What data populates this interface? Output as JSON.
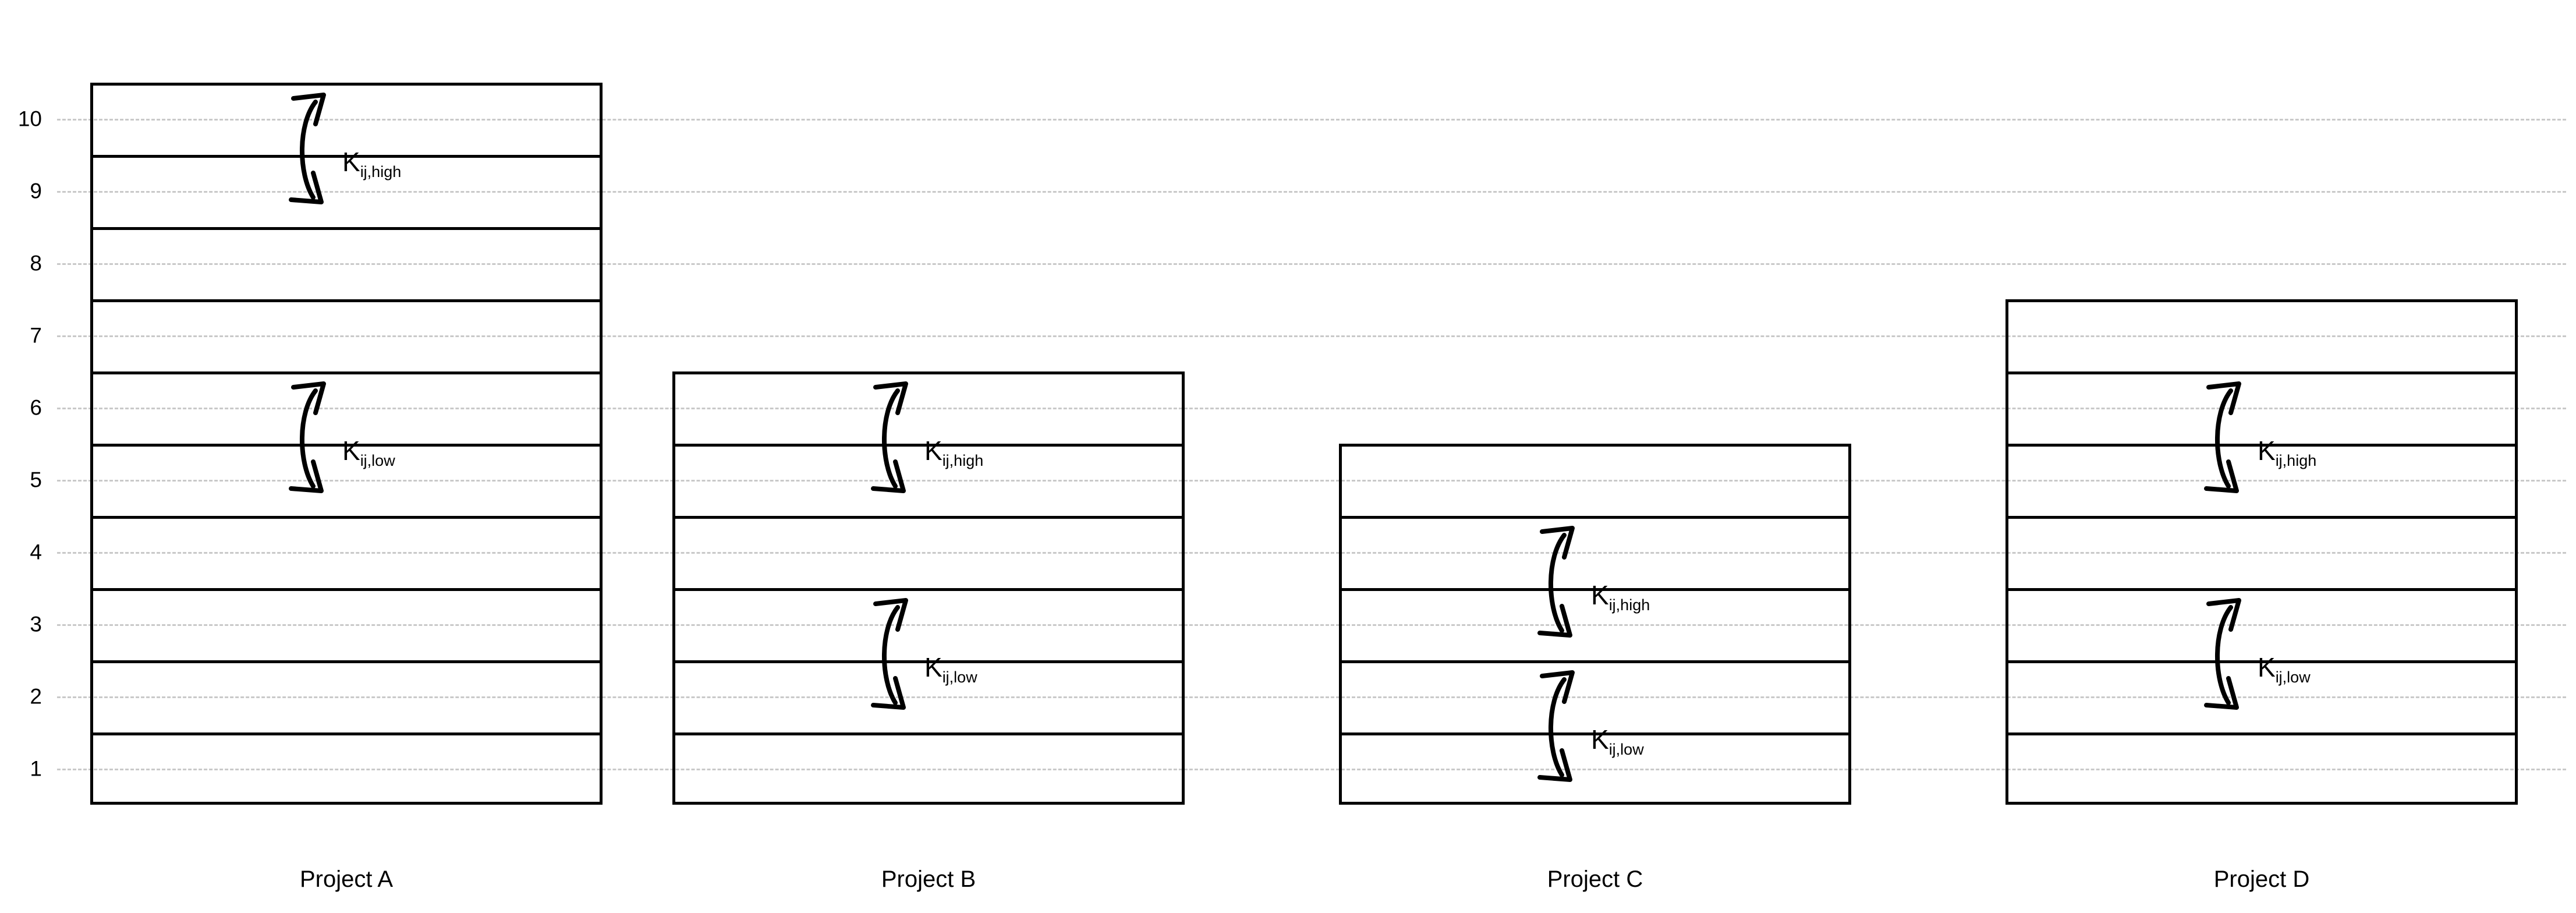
{
  "chart_data": {
    "type": "bar",
    "title": "",
    "xlabel": "",
    "ylabel": "",
    "grid": true,
    "legend": "none",
    "stacked": true,
    "ylim": [
      0,
      10.8
    ],
    "ytick_labels": [
      "1",
      "2",
      "3",
      "4",
      "5",
      "6",
      "7",
      "8",
      "9",
      "10"
    ],
    "ytick_values": [
      1,
      2,
      3,
      4,
      5,
      6,
      7,
      8,
      9,
      10
    ],
    "categories": [
      "Project A",
      "Project B",
      "Project C",
      "Project D"
    ],
    "values": [
      10.5,
      6.5,
      5.5,
      7.5
    ],
    "bar_base": 0.5,
    "segment_height": 1,
    "series": [
      {
        "name": "Project A",
        "bar_top": 10.5,
        "bar_bottom": 0.5,
        "segment_boundaries": [
          0.5,
          1.5,
          2.5,
          3.5,
          4.5,
          5.5,
          6.5,
          7.5,
          8.5,
          9.5,
          10.5
        ],
        "segment_count": 10
      },
      {
        "name": "Project B",
        "bar_top": 6.5,
        "bar_bottom": 0.5,
        "segment_boundaries": [
          0.5,
          1.5,
          2.5,
          3.5,
          4.5,
          5.5,
          6.5
        ],
        "segment_count": 6
      },
      {
        "name": "Project C",
        "bar_top": 5.5,
        "bar_bottom": 0.5,
        "segment_boundaries": [
          0.5,
          1.5,
          2.5,
          3.5,
          4.5,
          5.5
        ],
        "segment_count": 5
      },
      {
        "name": "Project D",
        "bar_top": 7.5,
        "bar_bottom": 0.5,
        "segment_boundaries": [
          0.5,
          1.5,
          2.5,
          3.5,
          4.5,
          5.5,
          6.5,
          7.5
        ],
        "segment_count": 7
      }
    ],
    "annotations": [
      {
        "id": "a-high",
        "category": "Project A",
        "at_value": 9.5,
        "symbol": "K",
        "subscript": "ij,high",
        "arrow": "double-headed-curved-vertical"
      },
      {
        "id": "a-low",
        "category": "Project A",
        "at_value": 5.5,
        "symbol": "K",
        "subscript": "ij,low",
        "arrow": "double-headed-curved-vertical"
      },
      {
        "id": "b-high",
        "category": "Project B",
        "at_value": 5.5,
        "symbol": "K",
        "subscript": "ij,high",
        "arrow": "double-headed-curved-vertical"
      },
      {
        "id": "b-low",
        "category": "Project B",
        "at_value": 2.5,
        "symbol": "K",
        "subscript": "ij,low",
        "arrow": "double-headed-curved-vertical"
      },
      {
        "id": "c-high",
        "category": "Project C",
        "at_value": 3.5,
        "symbol": "K",
        "subscript": "ij,high",
        "arrow": "double-headed-curved-vertical"
      },
      {
        "id": "c-low",
        "category": "Project C",
        "at_value": 1.5,
        "symbol": "K",
        "subscript": "ij,low",
        "arrow": "double-headed-curved-vertical"
      },
      {
        "id": "d-high",
        "category": "Project D",
        "at_value": 5.5,
        "symbol": "K",
        "subscript": "ij,high",
        "arrow": "double-headed-curved-vertical"
      },
      {
        "id": "d-low",
        "category": "Project D",
        "at_value": 2.5,
        "symbol": "K",
        "subscript": "ij,low",
        "arrow": "double-headed-curved-vertical"
      }
    ],
    "colors": {
      "bar_outline": "#000000",
      "bar_fill": "#ffffff",
      "gridline": "#c9c9c9",
      "text": "#000000",
      "background": "#ffffff",
      "arrow": "#000000"
    }
  },
  "yticks": [
    {
      "label": "10"
    },
    {
      "label": "9"
    },
    {
      "label": "8"
    },
    {
      "label": "7"
    },
    {
      "label": "6"
    },
    {
      "label": "5"
    },
    {
      "label": "4"
    },
    {
      "label": "3"
    },
    {
      "label": "2"
    },
    {
      "label": "1"
    }
  ],
  "xlabels": [
    {
      "label": "Project A"
    },
    {
      "label": "Project B"
    },
    {
      "label": "Project C"
    },
    {
      "label": "Project D"
    }
  ],
  "annotation_labels": [
    {
      "symbol": "K",
      "subscript": "ij,high"
    },
    {
      "symbol": "K",
      "subscript": "ij,low"
    },
    {
      "symbol": "K",
      "subscript": "ij,high"
    },
    {
      "symbol": "K",
      "subscript": "ij,low"
    },
    {
      "symbol": "K",
      "subscript": "ij,high"
    },
    {
      "symbol": "K",
      "subscript": "ij,low"
    },
    {
      "symbol": "K",
      "subscript": "ij,high"
    },
    {
      "symbol": "K",
      "subscript": "ij,low"
    }
  ]
}
